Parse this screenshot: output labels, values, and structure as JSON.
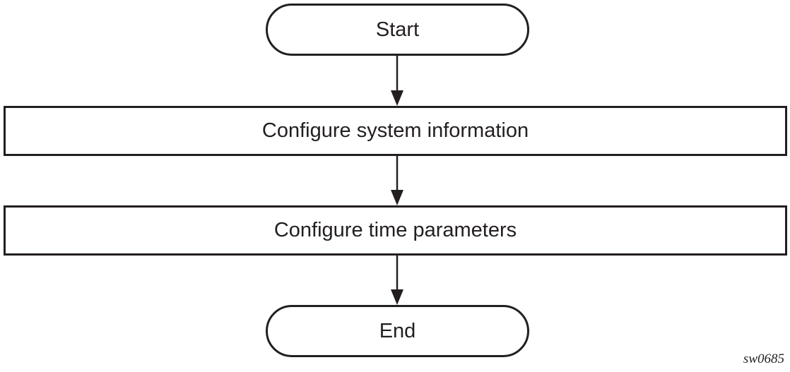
{
  "flowchart": {
    "nodes": [
      {
        "id": "start",
        "shape": "terminator",
        "label": "Start"
      },
      {
        "id": "step-1",
        "shape": "process",
        "label": "Configure system information"
      },
      {
        "id": "step-2",
        "shape": "process",
        "label": "Configure time parameters"
      },
      {
        "id": "end",
        "shape": "terminator",
        "label": "End"
      }
    ],
    "edges": [
      {
        "from": "start",
        "to": "step-1"
      },
      {
        "from": "step-1",
        "to": "step-2"
      },
      {
        "from": "step-2",
        "to": "end"
      }
    ]
  },
  "figure_id": "sw0685",
  "colors": {
    "stroke": "#231f20",
    "background": "#ffffff"
  }
}
